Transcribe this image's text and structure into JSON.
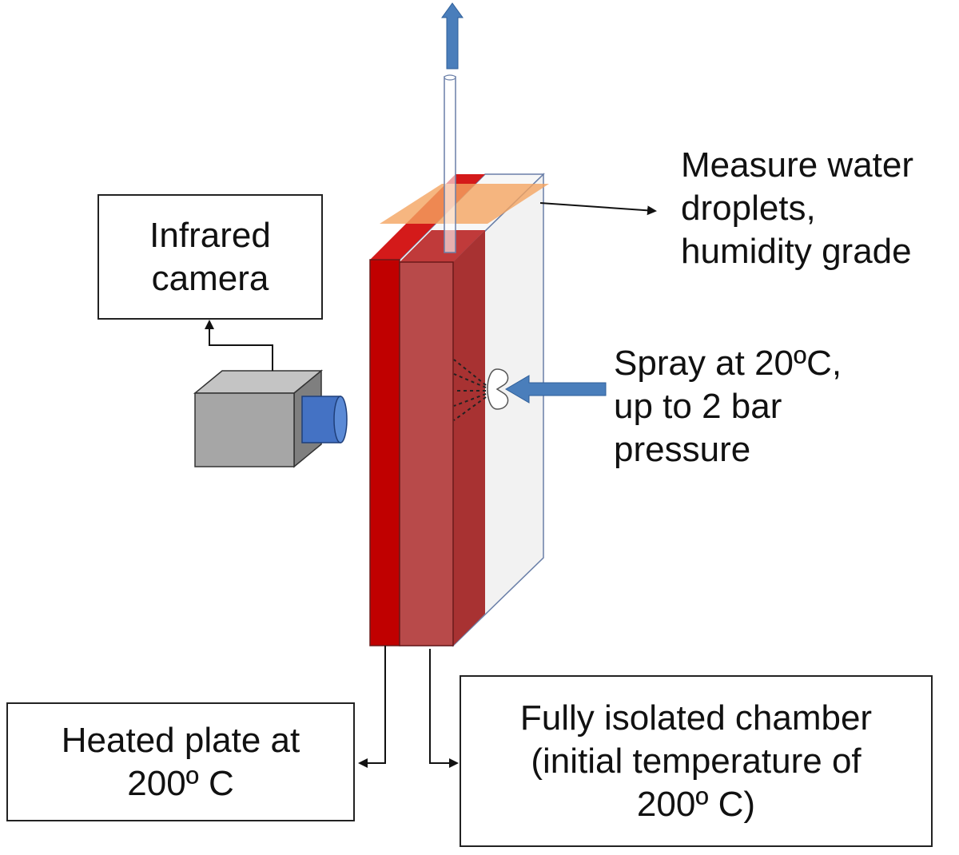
{
  "boxes": {
    "infrared_camera": {
      "lines": [
        "Infrared",
        "camera"
      ]
    },
    "heated_plate": {
      "lines": [
        "Heated plate at",
        "200º C"
      ]
    },
    "isolated_chamber": {
      "lines": [
        "Fully isolated chamber",
        "(initial temperature of",
        "200º C)"
      ]
    }
  },
  "labels": {
    "measure": {
      "lines": [
        "Measure water",
        "droplets,",
        "humidity grade"
      ]
    },
    "spray": {
      "lines": [
        "Spray at 20ºC,",
        "up to 2 bar",
        "pressure"
      ]
    }
  },
  "colors": {
    "heated_plate": "#c00000",
    "inner_plate": "#b84a4a",
    "chamber_side": "#a83232",
    "glass": "#f0f0f0",
    "orange_sheet": "#f4a460",
    "arrow_blue": "#4a7ebb",
    "camera_body": "#a6a6a6",
    "lens_blue": "#4472c4"
  }
}
